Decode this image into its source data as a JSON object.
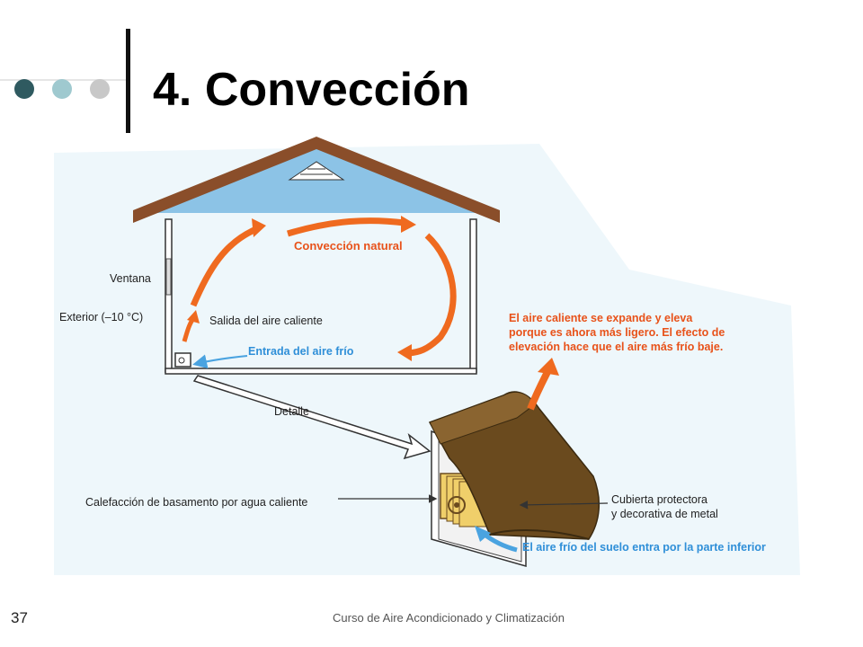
{
  "slide": {
    "title": "4. Convección",
    "page_number": "37",
    "footer": "Curso de Aire Acondicionado y Climatización"
  },
  "diagram": {
    "labels": {
      "conveccion_natural": "Convección natural",
      "ventana": "Ventana",
      "exterior": "Exterior (–10 °C)",
      "salida_aire": "Salida del aire caliente",
      "entrada_aire": "Entrada del aire frío",
      "detalle": "Detalle",
      "expande_1": "El aire caliente se expande y eleva",
      "expande_2": "porque es ahora más ligero. El efecto de",
      "expande_3": "elevación hace que el aire más frío baje.",
      "calefaccion": "Calefacción de basamento por agua caliente",
      "cubierta_1": "Cubierta protectora",
      "cubierta_2": "y decorativa de metal",
      "aire_frio_suelo": "El aire frío del suelo entra por la parte inferior"
    },
    "colors": {
      "roof": "#8a4e2a",
      "attic": "#8cc3e6",
      "orange_arrow": "#ef6a1f",
      "blue_arrow": "#4aa3e0",
      "orange_text": "#e8521a",
      "blue_text": "#2f8fd8",
      "cover": "#6a4a1e",
      "fin": "#f0cf6a",
      "background_wash": "#e3f1f8"
    }
  }
}
